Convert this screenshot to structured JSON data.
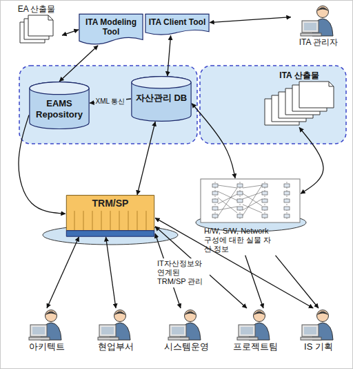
{
  "diagram": {
    "nodes": [
      {
        "text": [
          "EA 산출물"
        ]
      },
      {
        "text": [
          "ITA Modeling Tool"
        ]
      },
      {
        "text": [
          "ITA Client Tool"
        ]
      },
      {
        "text": [
          "ITA 관리자"
        ]
      },
      {
        "text": [
          "EAMS Repository"
        ]
      },
      {
        "text": [
          "자산관리 DB"
        ]
      },
      {
        "text": [
          "ITA 산출물"
        ]
      },
      {
        "text": [
          "TRM/SP"
        ]
      },
      {
        "text": [
          "H/W, S/W, Network 구성에 대한 실물 자산 정보"
        ]
      },
      {
        "text": [
          "아키텍트"
        ]
      },
      {
        "text": [
          "현업부서"
        ]
      },
      {
        "text": [
          "시스템운영"
        ]
      },
      {
        "text": [
          "프로젝트팀"
        ]
      },
      {
        "text": [
          "IS 기획"
        ]
      }
    ],
    "edges": [
      {
        "from": 0,
        "to": 1,
        "arrow": "both"
      },
      {
        "from": 2,
        "to": 3,
        "arrow": "both"
      },
      {
        "from": 1,
        "to": 4,
        "arrow": "both"
      },
      {
        "from": 2,
        "to": 5,
        "arrow": "both"
      },
      {
        "from": 5,
        "to": 4,
        "label": "XML 통신",
        "arrow": "to"
      },
      {
        "from": 4,
        "to": 7,
        "arrow": "to"
      },
      {
        "from": 5,
        "to": 7,
        "arrow": "both"
      },
      {
        "from": 5,
        "to": 8,
        "arrow": "both"
      },
      {
        "from": 6,
        "to": 8,
        "arrow": "both"
      },
      {
        "from": 7,
        "to": 9,
        "arrow": "both"
      },
      {
        "from": 7,
        "to": 10,
        "arrow": "both"
      },
      {
        "from": 7,
        "to": 11,
        "arrow": "both"
      },
      {
        "from": 7,
        "to": 12,
        "arrow": "both"
      },
      {
        "from": 7,
        "to": 13,
        "arrow": "both"
      },
      {
        "from": 8,
        "to": 12,
        "arrow": "to"
      },
      {
        "from": 8,
        "to": 13,
        "arrow": "to"
      }
    ],
    "labels": [
      "IT자산정보와 연계된 TRM/SP 관리"
    ]
  }
}
